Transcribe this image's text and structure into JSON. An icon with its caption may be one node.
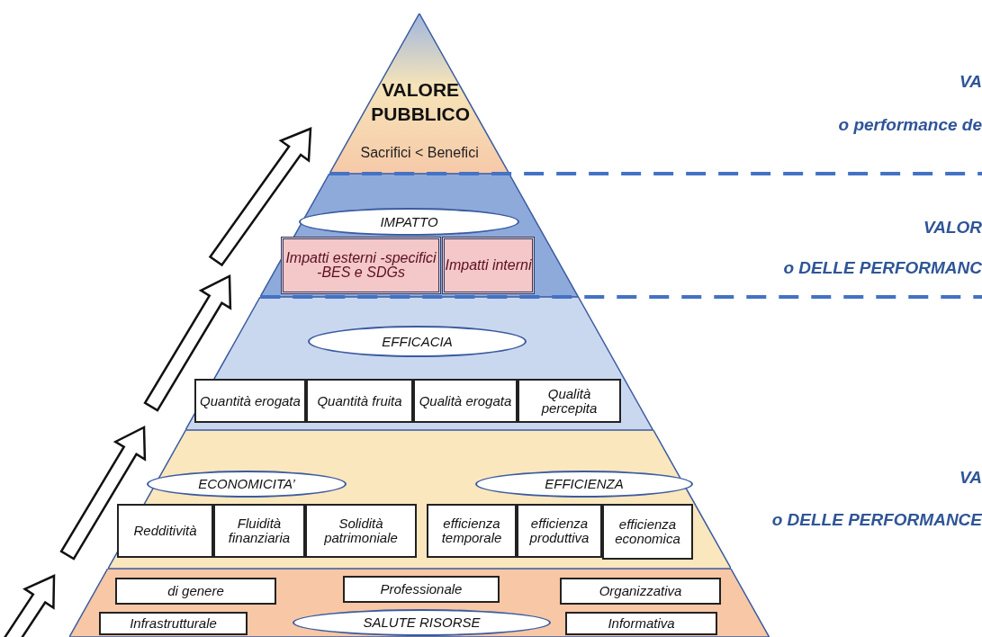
{
  "diagram": {
    "nodes": [
      {
        "text": [
          "VALORE PUBBLICO",
          "Sacrifici < Benefici"
        ]
      },
      {
        "text": [],
        "shape": "band"
      },
      {
        "text": [
          "IMPATTO"
        ],
        "in": 1
      },
      {
        "text": [
          "Impatti esterni -specifici -BES e SDGs"
        ],
        "in": 1
      },
      {
        "text": [
          "Impatti interni"
        ],
        "in": 1
      },
      {
        "text": [],
        "shape": "band"
      },
      {
        "text": [
          "EFFICACIA"
        ],
        "in": 5
      },
      {
        "text": [
          "Quantità erogata"
        ],
        "in": 5
      },
      {
        "text": [
          "Quantità fruita"
        ],
        "in": 5
      },
      {
        "text": [
          "Qualità erogata"
        ],
        "in": 5
      },
      {
        "text": [
          "Qualità percepita"
        ],
        "in": 5
      },
      {
        "text": [],
        "shape": "band"
      },
      {
        "text": [
          "ECONOMICITA’"
        ],
        "in": 11
      },
      {
        "text": [
          "EFFICIENZA"
        ],
        "in": 11
      },
      {
        "text": [
          "Redditività"
        ],
        "in": 11
      },
      {
        "text": [
          "Fluidità finanziaria"
        ],
        "in": 11
      },
      {
        "text": [
          "Solidità patrimoniale"
        ],
        "in": 11
      },
      {
        "text": [
          "efficienza temporale"
        ],
        "in": 11
      },
      {
        "text": [
          "efficienza produttiva"
        ],
        "in": 11
      },
      {
        "text": [
          "efficienza economica"
        ],
        "in": 11
      },
      {
        "text": [],
        "shape": "band"
      },
      {
        "text": [
          "di genere"
        ],
        "in": 20
      },
      {
        "text": [
          "Professionale"
        ],
        "in": 20
      },
      {
        "text": [
          "Organizzativa"
        ],
        "in": 20
      },
      {
        "text": [
          "Infrastrutturale"
        ],
        "in": 20
      },
      {
        "text": [
          "SALUTE RISORSE"
        ],
        "in": 20
      },
      {
        "text": [
          "Informativa"
        ],
        "in": 20
      }
    ],
    "edges": [],
    "labels": [
      "VA",
      "o performance de",
      "VALOR",
      "o DELLE PERFORMANC",
      "VA",
      "o DELLE PERFORMANCE"
    ]
  }
}
